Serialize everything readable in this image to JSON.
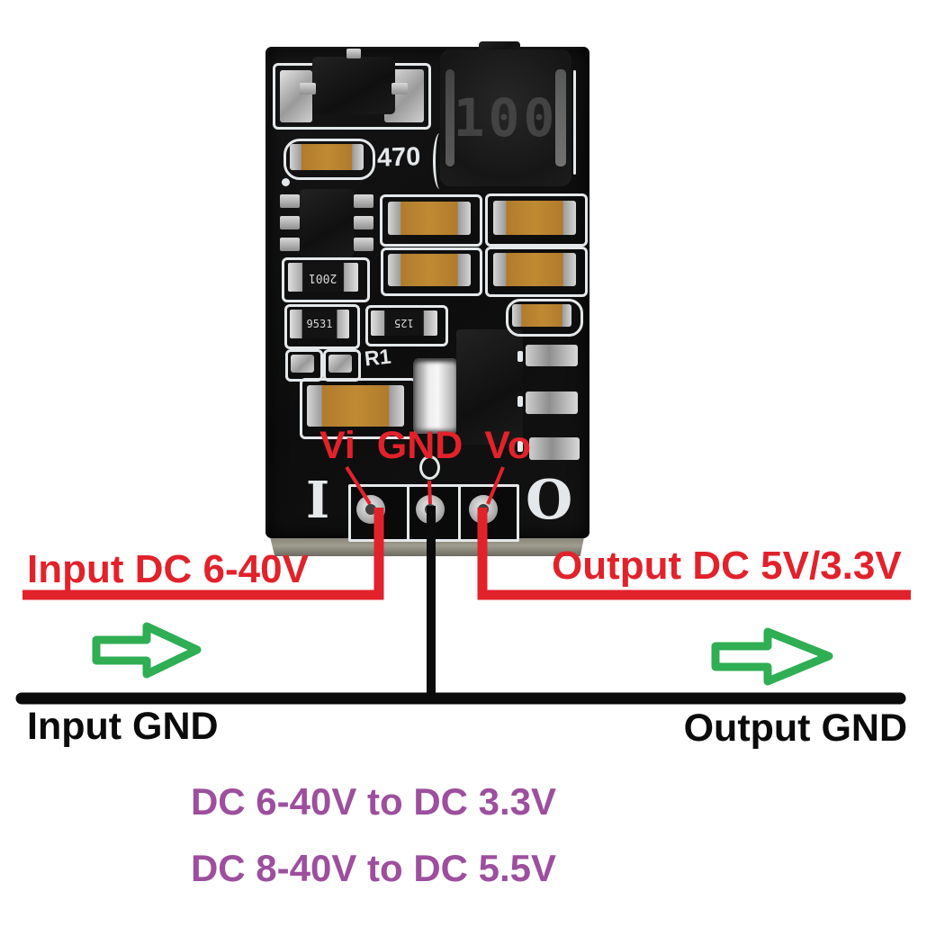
{
  "colors": {
    "annotation-red": "#e2222b",
    "annotation-green": "#2fae54",
    "annotation-purple": "#9d4f9e",
    "annotation-black": "#0b0b0b",
    "silkscreen-white": "#e4e8ea",
    "capacitor-tan": "#b07b2c"
  },
  "pcb": {
    "labels": {
      "resistor_470": "470",
      "inductor": "100",
      "resistor_2001": "2001",
      "resistor_9531": "9531",
      "resistor_125": "125",
      "r1": "R1",
      "input_mark": "I",
      "output_mark": "O"
    }
  },
  "annotations": {
    "pin_labels": "Vi GND Vo",
    "input_voltage": "Input DC 6-40V",
    "output_voltage": "Output DC 5V/3.3V",
    "input_gnd": "Input GND",
    "output_gnd": "Output GND"
  },
  "footer": {
    "lines": [
      "DC 6-40V to DC 3.3V",
      "DC 8-40V to DC 5.5V"
    ]
  }
}
